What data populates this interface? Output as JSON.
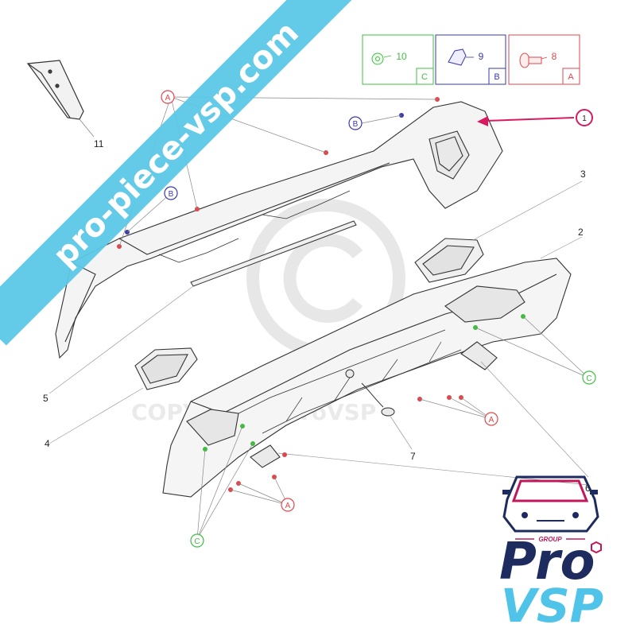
{
  "watermark": {
    "banner_text": "pro-piece-vsp.com",
    "copyright_text": "COPYRIGHT ProVSP",
    "banner_color": "#5bc8e6"
  },
  "legend": [
    {
      "number": "10",
      "letter": "C",
      "color": "#3fbf3f"
    },
    {
      "number": "9",
      "letter": "B",
      "color": "#3a3aa8"
    },
    {
      "number": "8",
      "letter": "A",
      "color": "#e0474c"
    }
  ],
  "callouts": {
    "part_1": "1",
    "part_2": "2",
    "part_3": "3",
    "part_4": "4",
    "part_5": "5",
    "part_6": "6",
    "part_7": "7",
    "part_11": "11"
  },
  "fastener_refs": {
    "a_top": "A",
    "b_top": "B",
    "b_left": "B",
    "c_right": "C",
    "a_right": "A",
    "a_bottom": "A",
    "c_bottom": "C"
  },
  "logo": {
    "group_text": "GROUP",
    "pro_text": "Pro",
    "vsp_text": "VSP",
    "accent_color": "#c2185b",
    "navy_color": "#1d2b5e",
    "cyan_color": "#4fc3e8"
  }
}
